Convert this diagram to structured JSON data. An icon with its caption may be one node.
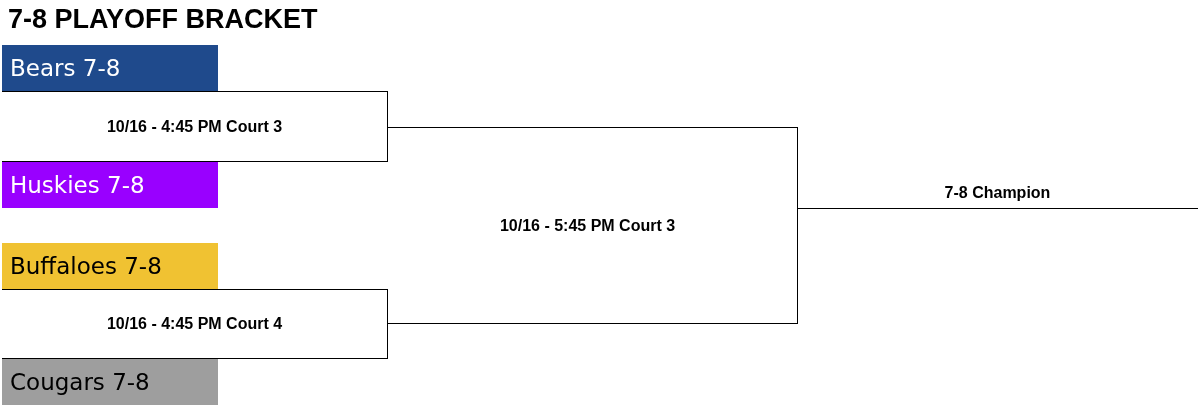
{
  "diagram": {
    "title": "7-8 PLAYOFF BRACKET",
    "nodes": [
      {
        "text": [
          "Bears 7-8"
        ]
      },
      {
        "text": [
          "10/16 - 4:45 PM Court 3"
        ]
      },
      {
        "text": [
          "Huskies 7-8"
        ]
      },
      {
        "text": [
          "Buffaloes 7-8"
        ]
      },
      {
        "text": [
          "10/16 - 4:45 PM Court 4"
        ]
      },
      {
        "text": [
          "Cougars 7-8"
        ]
      },
      {
        "text": [
          "10/16 - 5:45 PM Court 3"
        ]
      },
      {
        "text": [
          "7-8 Champion"
        ]
      }
    ]
  }
}
